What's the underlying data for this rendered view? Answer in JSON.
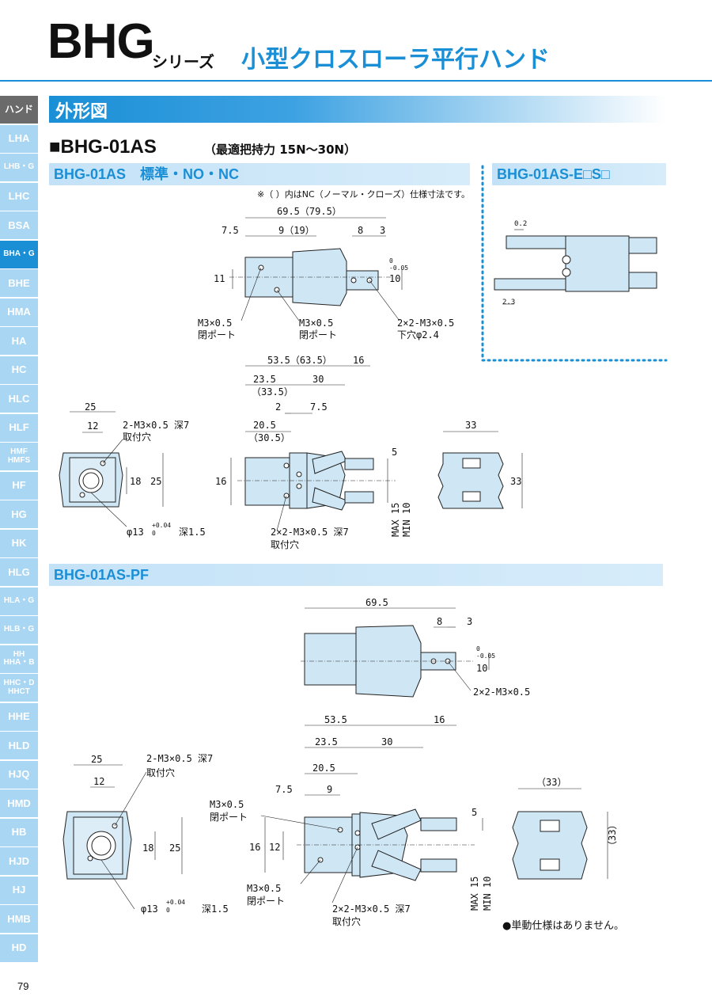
{
  "header": {
    "series": "BHG",
    "series_suffix": "シリーズ",
    "title": "小型クロスローラ平行ハンド"
  },
  "sidebar": {
    "items": [
      "ハンド",
      "LHA",
      "LHB・G",
      "LHC",
      "BSA",
      "BHA・G",
      "BHE",
      "HMA",
      "HA",
      "HC",
      "HLC",
      "HLF",
      "HMF\nHMFS",
      "HF",
      "HG",
      "HK",
      "HLG",
      "HLA・G",
      "HLB・G",
      "HH\nHHA・B",
      "HHC・D\nHHCT",
      "HHE",
      "HLD",
      "HJQ",
      "HMD",
      "HB",
      "HJD",
      "HJ",
      "HMB",
      "HD"
    ],
    "active": "BHA・G"
  },
  "section": {
    "title": "外形図"
  },
  "model": {
    "title": "■BHG-01AS",
    "subtitle": "（最適把持力 15N〜30N）"
  },
  "subsections": {
    "standard": "BHG-01AS　標準・NO・NC",
    "es": "BHG-01AS-E□S□",
    "pf": "BHG-01AS-PF"
  },
  "notes": {
    "nc": "※（ ）内はNC（ノーマル・クローズ）仕様寸法です。",
    "single": "●単動仕様はありません。"
  },
  "page_number": "79",
  "dims": {
    "d695_79": "69.5（79.5）",
    "d75": "7.5",
    "d9_19": "9（19）",
    "d8": "8",
    "d3": "3",
    "d11": "11",
    "d10tol": "10",
    "tol_upper": "0",
    "tol_lower": "-0.05",
    "m3_port": "M3×0.5",
    "port": "閉ポート",
    "m3_port2": "M3×0.5",
    "port2": "閉ポート",
    "pin_hole": "2×2-M3×0.5",
    "pin_hole2": "下穴φ2.4",
    "d535_635": "53.5（63.5）",
    "d16": "16",
    "d235": "23.5",
    "d335": "（33.5）",
    "d30": "30",
    "d2": "2",
    "d75b": "7.5",
    "d205": "20.5",
    "d305": "（30.5）",
    "d16b": "16",
    "d5": "5",
    "max15": "MAX 15",
    "min10": "MIN 10",
    "d25": "25",
    "d12": "12",
    "mount": "2-M3×0.5 深7",
    "mount2": "取付穴",
    "d18": "18",
    "d25b": "25",
    "phi13": "φ13",
    "phi_tol_u": "+0.04",
    "phi_tol_l": "0",
    "phi_depth": "深1.5",
    "jaw_mount": "2×2-M3×0.5 深7",
    "jaw_mount2": "取付穴",
    "d33": "33",
    "d33b": "33",
    "es_02": "0.2",
    "es_23": "2.3",
    "pf_695": "69.5",
    "pf_8": "8",
    "pf_3": "3",
    "pf_10": "10",
    "pf_tu": "0",
    "pf_tl": "-0.05",
    "pf_pin": "2×2-M3×0.5",
    "pf_535": "53.5",
    "pf_16": "16",
    "pf_235": "23.5",
    "pf_30": "30",
    "pf_205": "20.5",
    "pf_75": "7.5",
    "pf_9": "9",
    "pf_m3": "M3×0.5",
    "pf_port": "閉ポート",
    "pf_16b": "16",
    "pf_12": "12",
    "pf_5": "5",
    "pf_max": "MAX 15",
    "pf_min": "MIN 10",
    "pf_m3b": "M3×0.5",
    "pf_port2": "閉ポート",
    "pf_jaw": "2×2-M3×0.5 深7",
    "pf_jaw2": "取付穴",
    "pf_25": "25",
    "pf_mount": "2-M3×0.5 深7",
    "pf_mount2": "取付穴",
    "pf_12b": "12",
    "pf_18": "18",
    "pf_25b": "25",
    "pf_phi": "φ13",
    "pf_phi_u": "+0.04",
    "pf_phi_l": "0",
    "pf_depth": "深1.5",
    "pf_33": "（33）",
    "pf_33b": "（33）"
  }
}
